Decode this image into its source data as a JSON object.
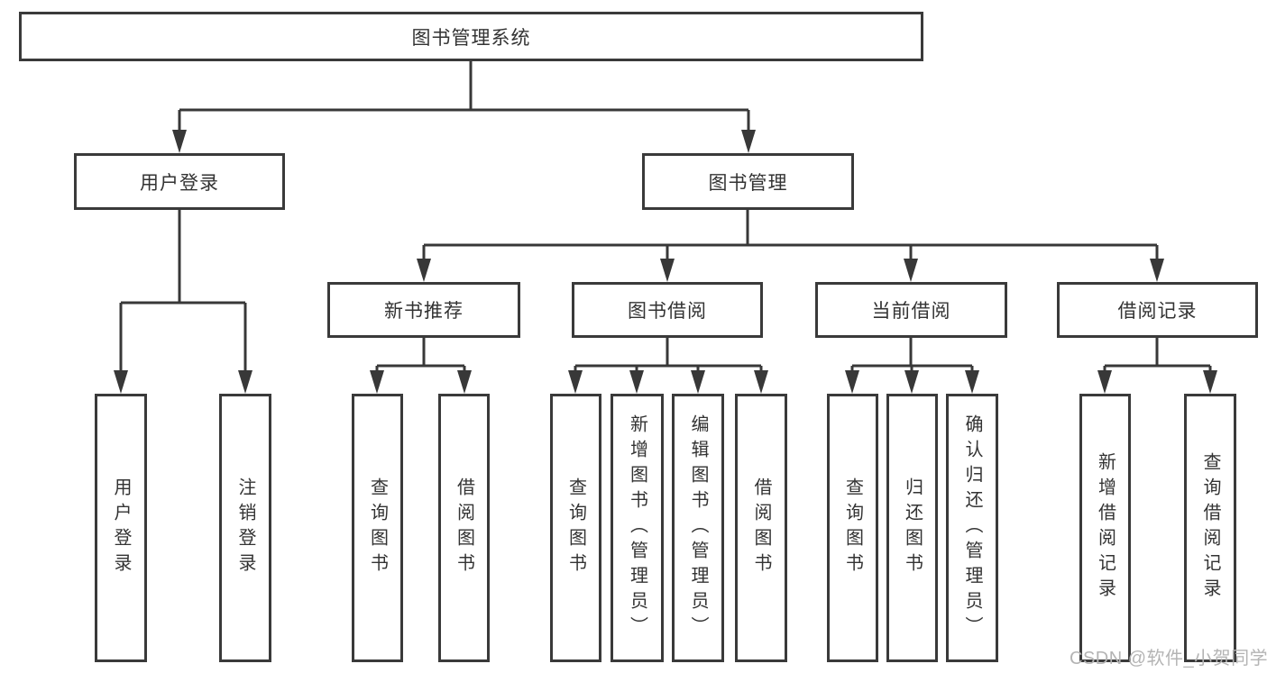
{
  "diagram": {
    "type": "tree",
    "title": "图书管理系统",
    "hierarchy": {
      "图书管理系统": {
        "用户登录": [
          "用户登录",
          "注销登录"
        ],
        "图书管理": {
          "新书推荐": [
            "查询图书",
            "借阅图书"
          ],
          "图书借阅": [
            "查询图书",
            "新增图书（管理员）",
            "编辑图书（管理员）",
            "借阅图书"
          ],
          "当前借阅": [
            "查询图书",
            "归还图书",
            "确认归还（管理员）"
          ],
          "借阅记录": [
            "新增借阅记录",
            "查询借阅记录"
          ]
        }
      }
    }
  },
  "nodes": {
    "root": "图书管理系统",
    "user_login": "用户登录",
    "book_management": "图书管理",
    "new_book_recommend": "新书推荐",
    "book_borrow": "图书借阅",
    "current_borrow": "当前借阅",
    "borrow_records": "借阅记录",
    "leaf_user_login": "用户登录",
    "leaf_logout": "注销登录",
    "leaf_query_book_1": "查询图书",
    "leaf_borrow_book_1": "借阅图书",
    "leaf_query_book_2": "查询图书",
    "leaf_add_book": "新增图书（管理员）",
    "leaf_edit_book": "编辑图书（管理员）",
    "leaf_borrow_book_2": "借阅图书",
    "leaf_query_book_3": "查询图书",
    "leaf_return_book": "归还图书",
    "leaf_confirm_return": "确认归还（管理员）",
    "leaf_add_borrow_record": "新增借阅记录",
    "leaf_query_borrow_record": "查询借阅记录"
  },
  "watermark": "CSDN @软件_小贺同学",
  "colors": {
    "background": "#ffffff",
    "box_border": "#3a3a3a",
    "line": "#383838",
    "text": "#333333",
    "watermark": "#b4b4b4"
  }
}
